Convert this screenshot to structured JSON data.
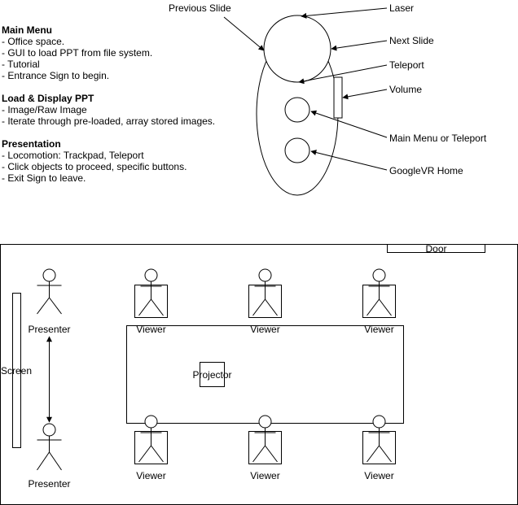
{
  "notes": [
    {
      "heading": "Main Menu",
      "items": [
        "- Office space.",
        "- GUI to load PPT from file system.",
        "- Tutorial",
        "- Entrance Sign to begin."
      ]
    },
    {
      "heading": "Load & Display PPT",
      "items": [
        "- Image/Raw Image",
        "- Iterate through pre-loaded, array stored images."
      ]
    },
    {
      "heading": "Presentation",
      "items": [
        "- Locomotion: Trackpad, Teleport",
        "- Click objects to proceed, specific buttons.",
        "- Exit Sign to leave."
      ]
    }
  ],
  "controller": {
    "previous_slide": "Previous Slide",
    "laser": "Laser",
    "next_slide": "Next Slide",
    "teleport": "Teleport",
    "volume": "Volume",
    "main_menu_or_teleport": "Main Menu or Teleport",
    "googlevr_home": "GoogleVR Home"
  },
  "room": {
    "door": "Door",
    "screen": "Screen",
    "projector": "Projector",
    "presenter_top": "Presenter",
    "presenter_bottom": "Presenter",
    "viewers_top": [
      "Viewer",
      "Viewer",
      "Viewer"
    ],
    "viewers_bottom": [
      "Viewer",
      "Viewer",
      "Viewer"
    ]
  }
}
